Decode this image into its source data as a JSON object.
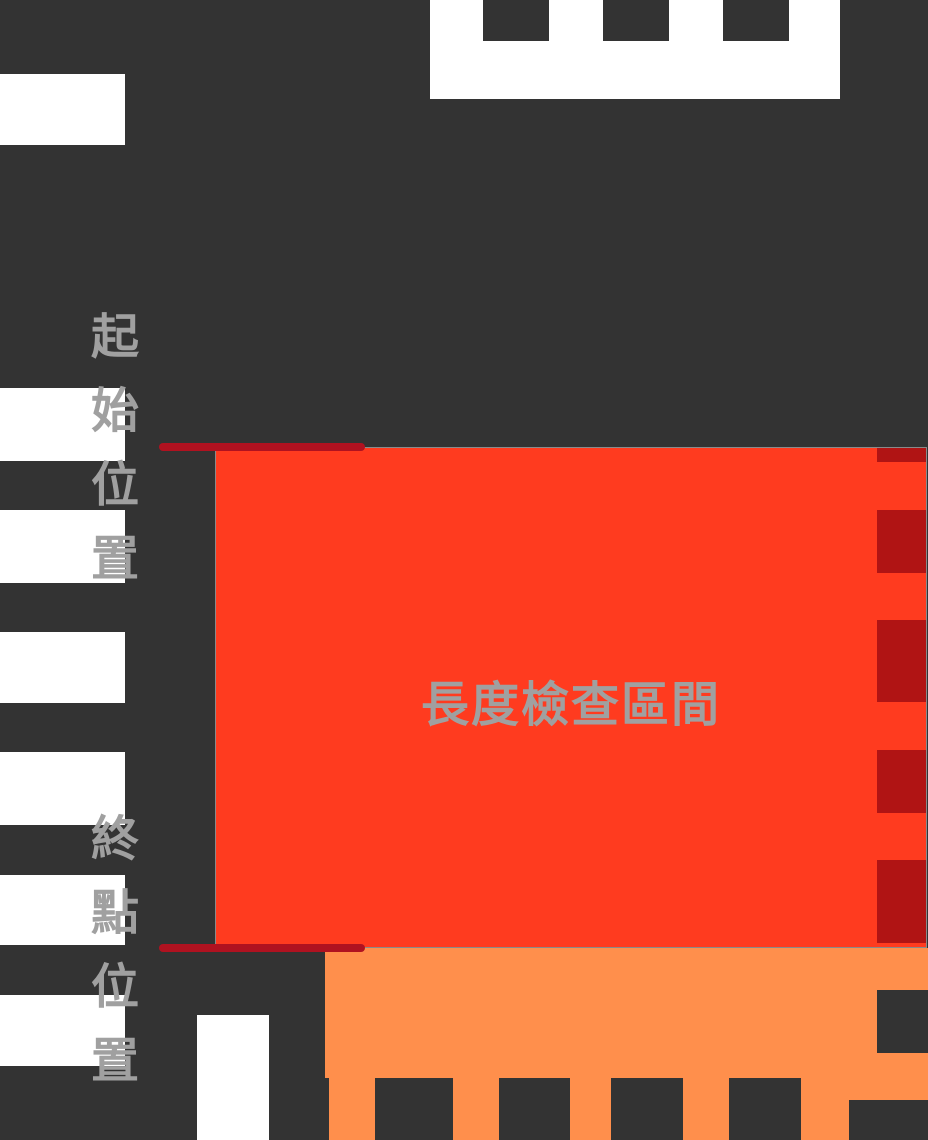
{
  "labels": {
    "start": [
      "起",
      "始",
      "位",
      "置"
    ],
    "end": [
      "終",
      "點",
      "位",
      "置"
    ],
    "zone": "長度檢查區間"
  },
  "colors": {
    "background": "#333333",
    "marking": "#ffffff",
    "check_zone": "#ff3b1f",
    "check_zone_dashes": "#b01414",
    "boundary_marker": "#b01220",
    "adjacent_zone": "#ff8f4c",
    "label_text": "#a0a0a0"
  }
}
